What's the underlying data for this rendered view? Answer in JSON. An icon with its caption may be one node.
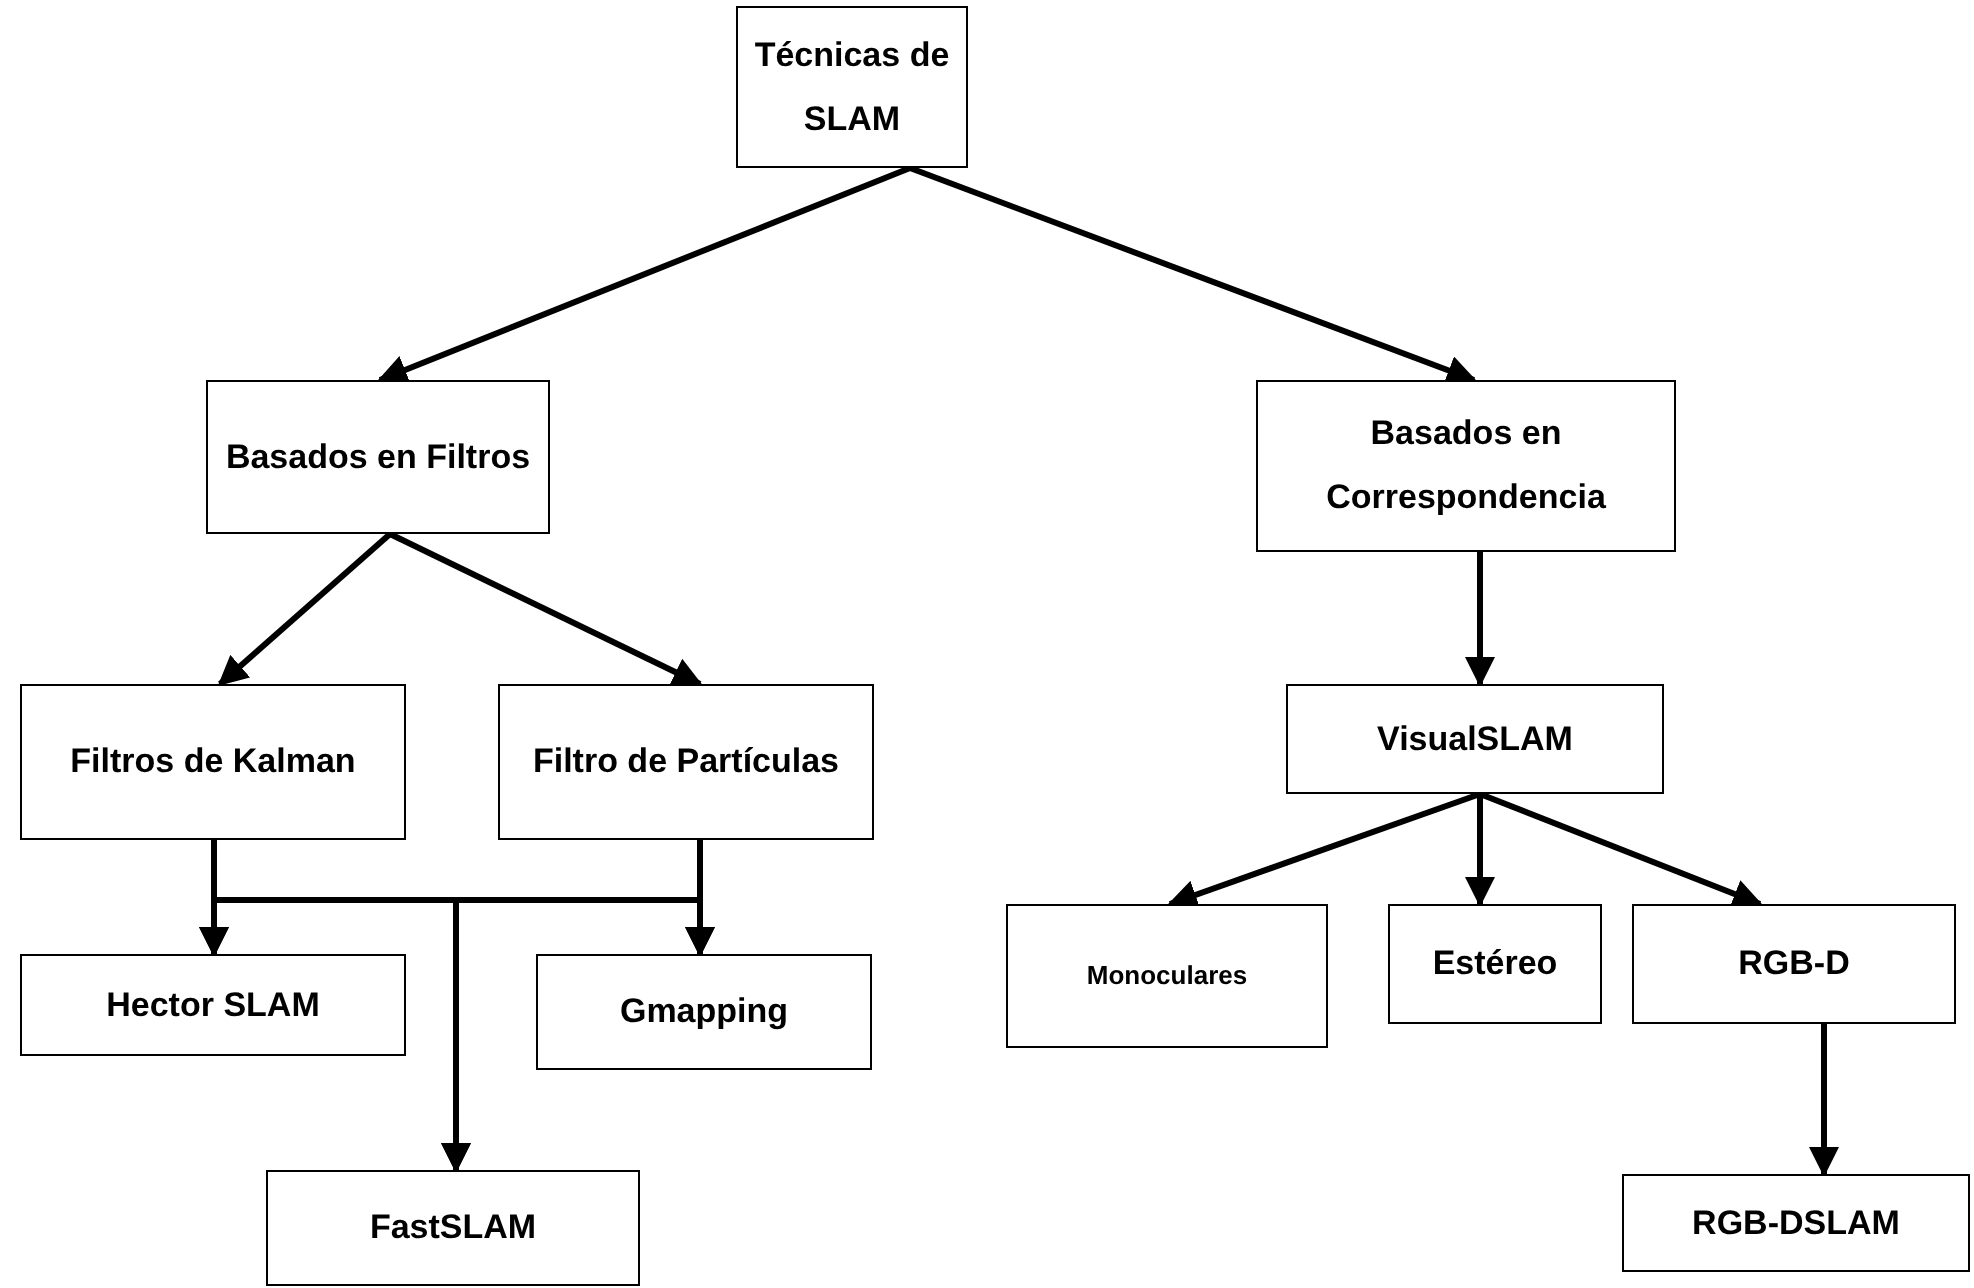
{
  "diagram": {
    "nodes": [
      {
        "text": [
          "Técnicas de SLAM"
        ]
      },
      {
        "text": [
          "Basados en Filtros"
        ]
      },
      {
        "text": [
          "Basados en Correspondencia"
        ]
      },
      {
        "text": [
          "Filtros de Kalman"
        ]
      },
      {
        "text": [
          "Filtro de Partículas"
        ]
      },
      {
        "text": [
          "Hector SLAM"
        ]
      },
      {
        "text": [
          "Gmapping"
        ]
      },
      {
        "text": [
          "FastSLAM"
        ]
      },
      {
        "text": [
          "VisualSLAM"
        ]
      },
      {
        "text": [
          "Monoculares"
        ]
      },
      {
        "text": [
          "Estéreo"
        ]
      },
      {
        "text": [
          "RGB-D"
        ]
      },
      {
        "text": [
          "RGB-DSLAM"
        ]
      }
    ],
    "edges": [
      {
        "from": 0,
        "to": 1,
        "arrow": "to"
      },
      {
        "from": 0,
        "to": 2,
        "arrow": "to"
      },
      {
        "from": 1,
        "to": 3,
        "arrow": "to"
      },
      {
        "from": 1,
        "to": 4,
        "arrow": "to"
      },
      {
        "from": 2,
        "to": 8,
        "arrow": "to"
      },
      {
        "from": 3,
        "to": 5,
        "arrow": "to"
      },
      {
        "from": 3,
        "to": 6,
        "arrow": "to"
      },
      {
        "from": 3,
        "to": 7,
        "arrow": "to"
      },
      {
        "from": 4,
        "to": 5,
        "arrow": "to"
      },
      {
        "from": 4,
        "to": 6,
        "arrow": "to"
      },
      {
        "from": 4,
        "to": 7,
        "arrow": "to"
      },
      {
        "from": 8,
        "to": 9,
        "arrow": "to"
      },
      {
        "from": 8,
        "to": 10,
        "arrow": "to"
      },
      {
        "from": 8,
        "to": 11,
        "arrow": "to"
      },
      {
        "from": 11,
        "to": 12,
        "arrow": "to"
      }
    ]
  }
}
